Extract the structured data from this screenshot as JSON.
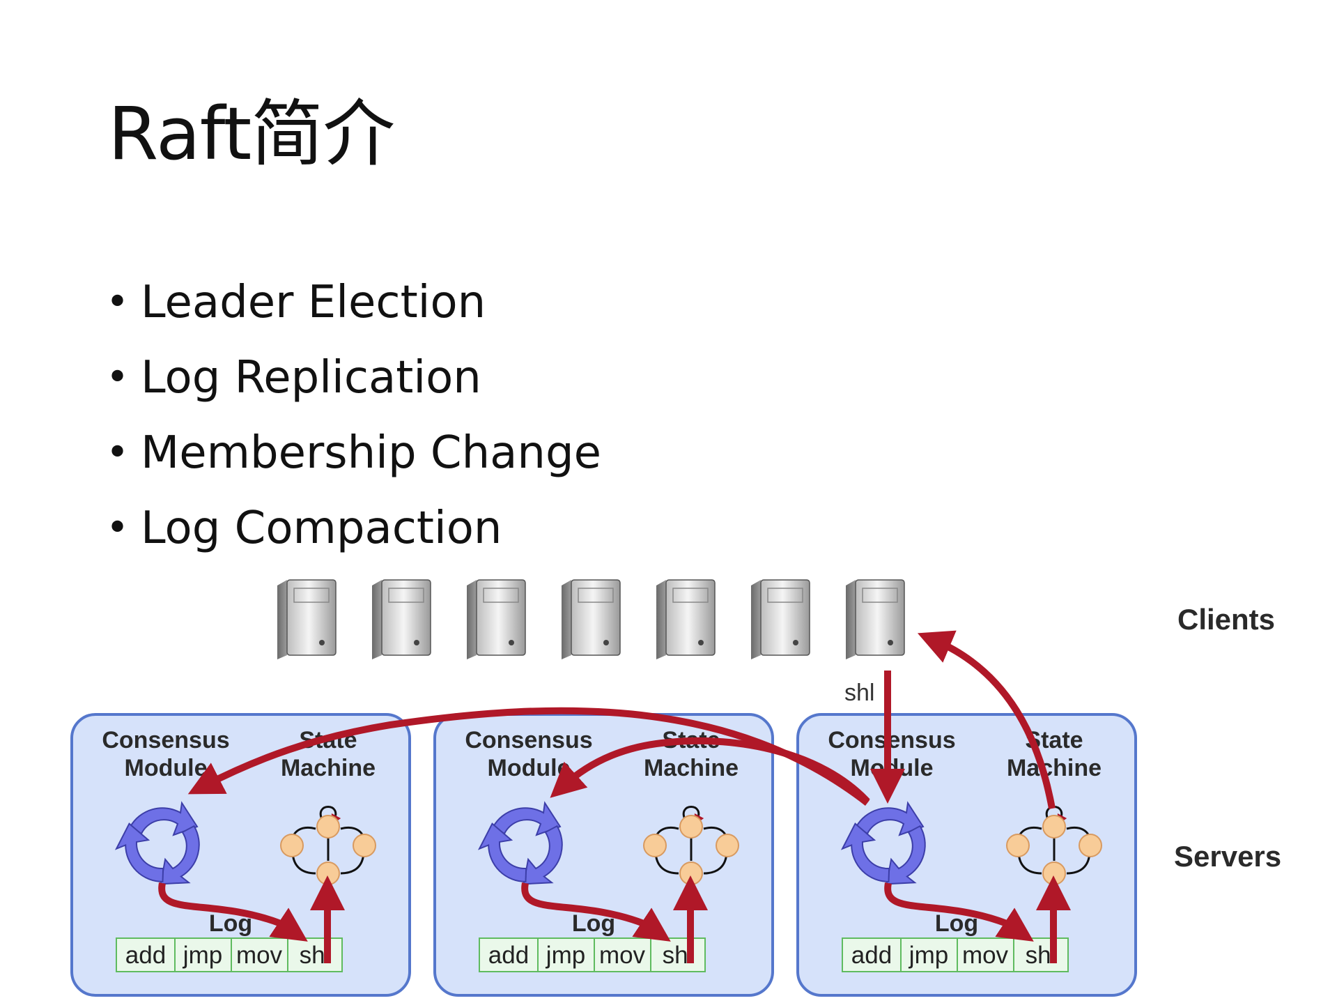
{
  "slide": {
    "title": "Raft简介",
    "bullets": [
      "Leader Election",
      "Log Replication",
      "Membership Change",
      "Log Compaction"
    ]
  },
  "diagram": {
    "clients_label": "Clients",
    "servers_label": "Servers",
    "request_label": "shl",
    "client_count": 7,
    "servers": [
      {
        "consensus_label_1": "Consensus",
        "consensus_label_2": "Module",
        "state_label_1": "State",
        "state_label_2": "Machine",
        "log_label": "Log",
        "log_entries": [
          "add",
          "jmp",
          "mov",
          "shl"
        ]
      },
      {
        "consensus_label_1": "Consensus",
        "consensus_label_2": "Module",
        "state_label_1": "State",
        "state_label_2": "Machine",
        "log_label": "Log",
        "log_entries": [
          "add",
          "jmp",
          "mov",
          "shl"
        ]
      },
      {
        "consensus_label_1": "Consensus",
        "consensus_label_2": "Module",
        "state_label_1": "State",
        "state_label_2": "Machine",
        "log_label": "Log",
        "log_entries": [
          "add",
          "jmp",
          "mov",
          "shl"
        ]
      }
    ],
    "colors": {
      "server_fill": "#d6e2fa",
      "server_border": "#5577cc",
      "arrow": "#b01828",
      "consensus_icon": "#6e70e6",
      "state_node": "#f8cc98",
      "log_cell": "#eaf8ea",
      "log_border": "#5fbb5f"
    }
  }
}
